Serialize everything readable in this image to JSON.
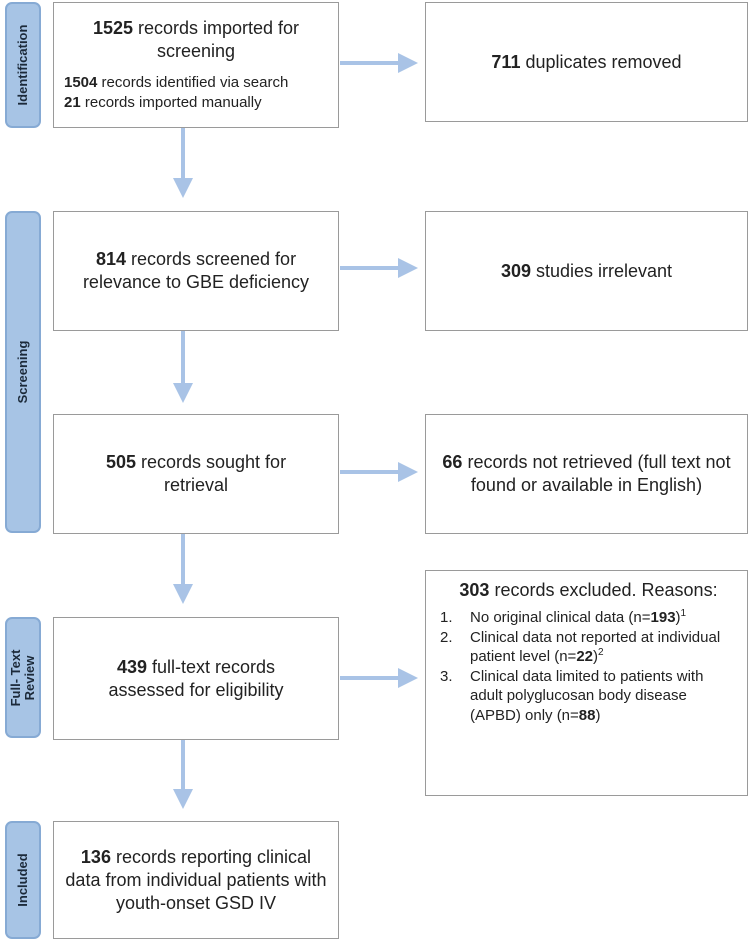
{
  "colors": {
    "stage_fill": "#a7c4e5",
    "stage_border": "#86aad4",
    "arrow": "#a9c3e6",
    "box_border": "#9a9a9a"
  },
  "stages": {
    "identification": "Identification",
    "screening": "Screening",
    "fulltext_line1": "Full- Text",
    "fulltext_line2": "Review",
    "included": "Included"
  },
  "boxes": {
    "imported": {
      "count": "1525",
      "text": " records imported for screening",
      "via_search_count": "1504",
      "via_search_text": " records identified via search",
      "manual_count": "21",
      "manual_text": " records imported manually"
    },
    "duplicates": {
      "count": "711",
      "text": " duplicates removed"
    },
    "screened": {
      "count": "814",
      "text": " records screened for relevance to GBE deficiency"
    },
    "irrelevant": {
      "count": "309",
      "text": " studies irrelevant"
    },
    "sought": {
      "count": "505",
      "text": " records sought for retrieval"
    },
    "not_retrieved": {
      "count": "66",
      "text": " records not retrieved (full text not found or available in English)"
    },
    "assessed": {
      "count": "439",
      "text": " full-text records assessed for eligibility"
    },
    "excluded": {
      "count": "303",
      "text": " records excluded. Reasons:",
      "reasons": [
        {
          "num": "1.",
          "text_before": "No original clinical data (n=",
          "n": "193",
          "text_after": ")",
          "sup": "1"
        },
        {
          "num": "2.",
          "text_before": "Clinical data not reported at individual patient level (n=",
          "n": "22",
          "text_after": ")",
          "sup": "2"
        },
        {
          "num": "3.",
          "text_before": "Clinical data limited to patients with adult polyglucosan body disease (APBD) only (n=",
          "n": "88",
          "text_after": ")",
          "sup": ""
        }
      ]
    },
    "included": {
      "count": "136",
      "text": " records reporting clinical data from individual patients with youth-onset GSD IV"
    }
  }
}
